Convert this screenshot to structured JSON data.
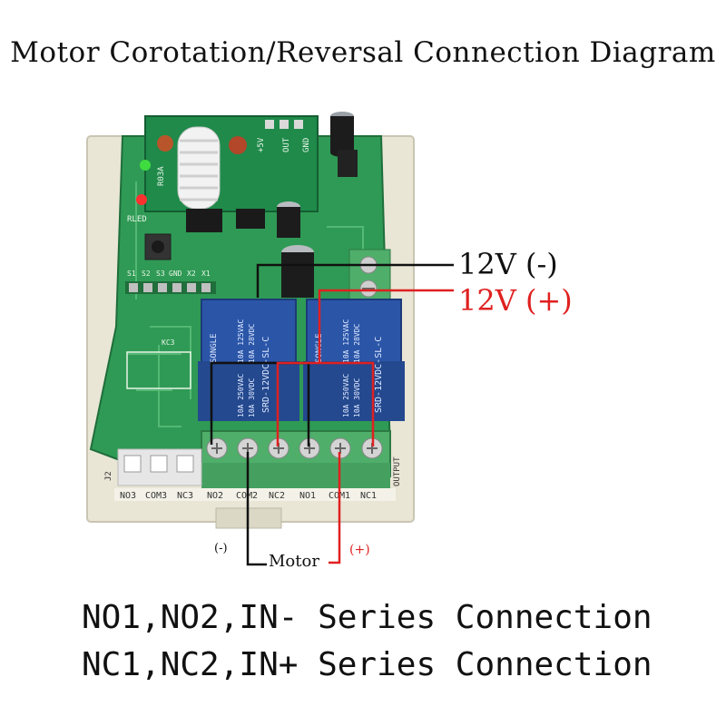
{
  "title": "Motor Corotation/Reversal Connection Diagram",
  "footer": {
    "line1": "NO1,NO2,IN- Series Connection",
    "line2": "NC1,NC2,IN+ Series Connection"
  },
  "power_labels": {
    "negative": "12V (-)",
    "positive": "12V (+)"
  },
  "motor": {
    "label": "Motor",
    "negative": "(-)",
    "positive": "(+)"
  },
  "terminals": {
    "top_row": [
      "NO3",
      "COM3",
      "NC3",
      "NO2",
      "COM2",
      "NC2",
      "NO1",
      "COM1",
      "NC1"
    ],
    "output_label": "OUTPUT",
    "j2_label": "J2"
  },
  "relays": [
    {
      "brand": "SONGLE",
      "model": "SRD-12VDC-SL-C",
      "rating1": "10A 125VAC",
      "rating2": "10A 28VDC",
      "rating3": "10A 250VAC",
      "rating4": "10A 30VDC"
    },
    {
      "brand": "SONGLE",
      "model": "SRD-12VDC-SL-C",
      "rating1": "10A 125VAC",
      "rating2": "10A 28VDC",
      "rating3": "10A 250VAC",
      "rating4": "10A 30VDC"
    }
  ],
  "board_marks": {
    "module_pins": [
      "+5V",
      "OUT",
      "GND"
    ],
    "module_name": "R03A",
    "header_pins": [
      "S1",
      "S2",
      "S3",
      "GND",
      "X2",
      "X1"
    ],
    "rled": "RLED",
    "kc3": "KC3"
  },
  "colors": {
    "pcb": "#2f9a55",
    "pcb_dark": "#1f6e3b",
    "relay": "#2b56a8",
    "terminal": "#4fae6a",
    "wire_red": "#e02020",
    "wire_black": "#111111",
    "base": "#e9e6d6"
  }
}
